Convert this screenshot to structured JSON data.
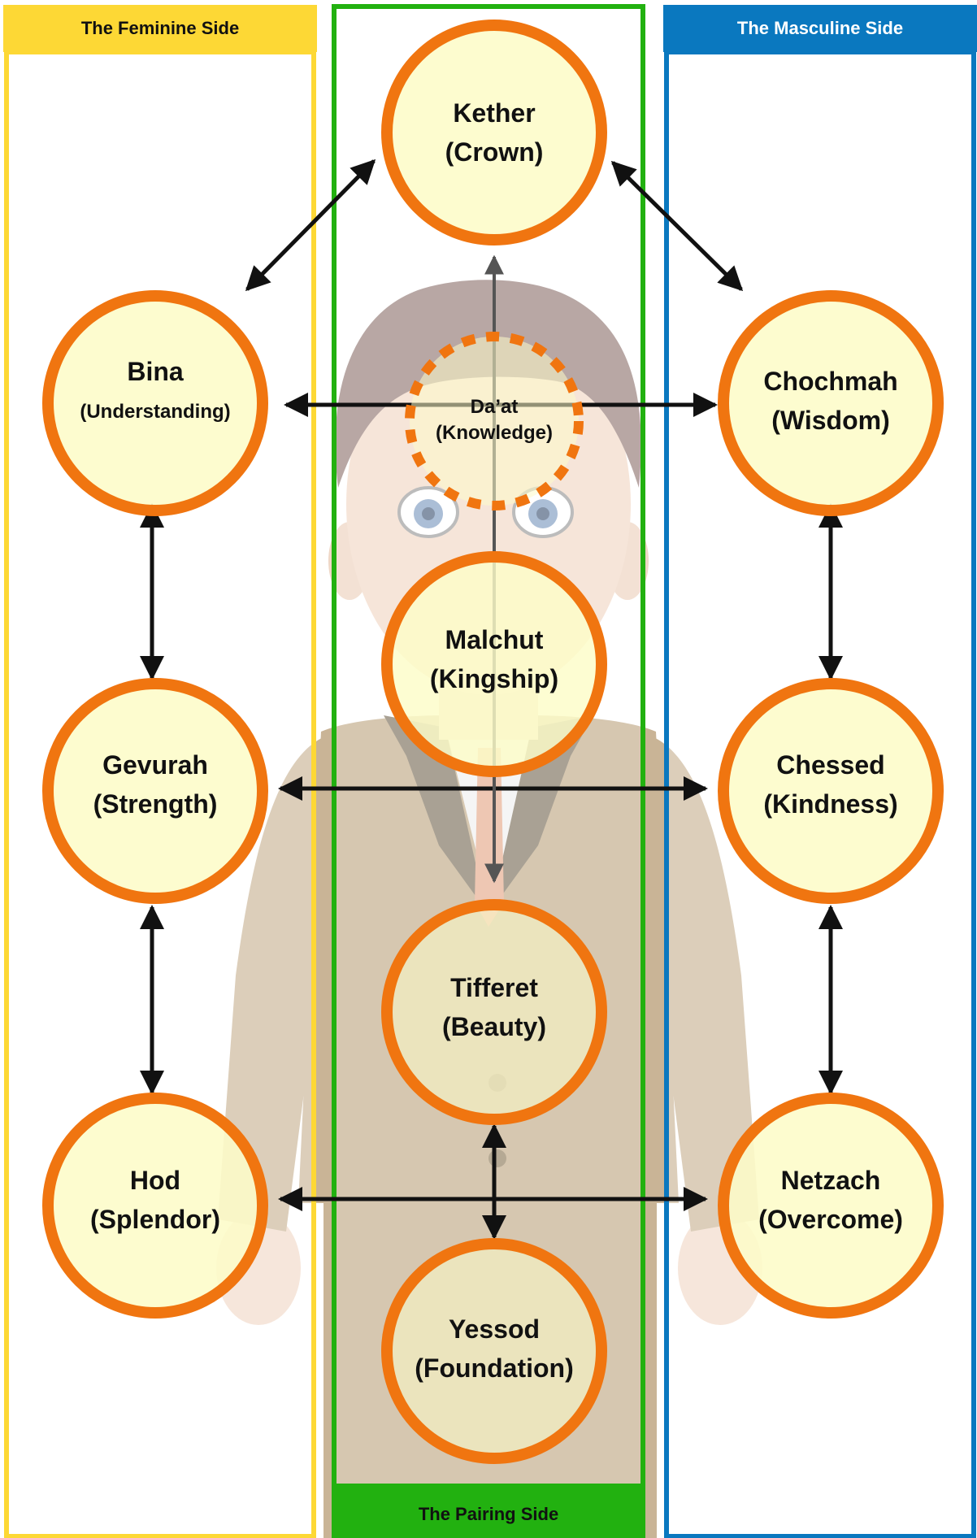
{
  "columns": {
    "feminine": {
      "label": "The Feminine Side",
      "color": "#fdd835"
    },
    "pairing": {
      "label": "The Pairing Side",
      "color": "#22b110"
    },
    "masculine": {
      "label": "The Masculine Side",
      "color": "#0a78bf"
    }
  },
  "colors": {
    "node_fill": "#fdfcc8",
    "node_stroke": "#f07510",
    "arrow": "#111111",
    "center_arrow": "#555555"
  },
  "nodes": {
    "kether": {
      "name": "Kether",
      "meaning": "(Crown)"
    },
    "bina": {
      "name": "Bina",
      "meaning": "(Understanding)"
    },
    "chochmah": {
      "name": "Chochmah",
      "meaning": "(Wisdom)"
    },
    "daat": {
      "name": "Da’at",
      "meaning": "(Knowledge)"
    },
    "malchut": {
      "name": "Malchut",
      "meaning": "(Kingship)"
    },
    "gevurah": {
      "name": "Gevurah",
      "meaning": "(Strength)"
    },
    "chessed": {
      "name": "Chessed",
      "meaning": "(Kindness)"
    },
    "tifferet": {
      "name": "Tifferet",
      "meaning": "(Beauty)"
    },
    "hod": {
      "name": "Hod",
      "meaning": "(Splendor)"
    },
    "netzach": {
      "name": "Netzach",
      "meaning": "(Overcome)"
    },
    "yessod": {
      "name": "Yessod",
      "meaning": "(Foundation)"
    }
  },
  "background": {
    "figure": "man-in-suit-illustration"
  }
}
